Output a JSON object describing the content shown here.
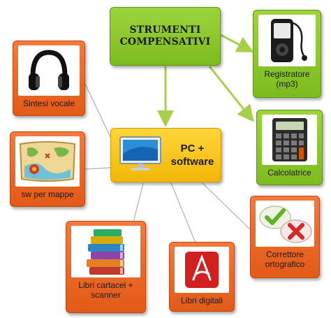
{
  "root": {
    "title_line1": "STRUMENTI",
    "title_line2": "COMPENSATIVI"
  },
  "hub": {
    "title_line1": "PC +",
    "title_line2": "software"
  },
  "nodes": {
    "sintesi": {
      "label": "Sintesi vocale"
    },
    "mappe": {
      "label": "sw per mappe"
    },
    "libri_cartacei": {
      "label_line1": "Libri cartacei +",
      "label_line2": "scanner"
    },
    "libri_digitali": {
      "label": "Libri digitali"
    },
    "correttore": {
      "label_line1": "Correttore",
      "label_line2": "ortografico"
    },
    "registratore": {
      "label_line1": "Registratore",
      "label_line2": "(mp3)"
    },
    "calcolatrice": {
      "label": "Calcolatrice"
    }
  },
  "colors": {
    "leaf_orange": "#e8641f",
    "root_green": "#8cc63f",
    "hub_yellow": "#f6c414",
    "connector_green": "#a6d04a",
    "connector_gray": "#b0b0b0"
  },
  "icons": {
    "sintesi": "headphones-icon",
    "mappe": "treasure-map-icon",
    "libri_cartacei": "book-stack-icon",
    "libri_digitali": "pdf-icon",
    "correttore": "check-cross-bubbles-icon",
    "registratore": "mp3-player-icon",
    "calcolatrice": "calculator-icon",
    "hub": "monitor-icon"
  }
}
